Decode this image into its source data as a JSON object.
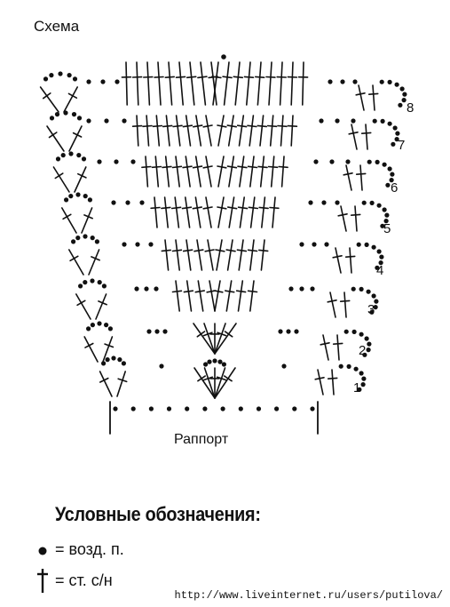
{
  "header": {
    "title": "Схема"
  },
  "diagram": {
    "rapport_label": "Раппорт",
    "row_numbers": [
      "1",
      "2",
      "3",
      "4",
      "5",
      "6",
      "7",
      "8"
    ]
  },
  "legend": {
    "title": "Условные обозначения:",
    "items": [
      {
        "icon": "chain-stitch-dot-icon",
        "text": "= возд. п."
      },
      {
        "icon": "double-crochet-icon",
        "text": "= ст. с/н"
      }
    ]
  },
  "footer": {
    "url": "http://www.liveinternet.ru/users/putilova/"
  }
}
